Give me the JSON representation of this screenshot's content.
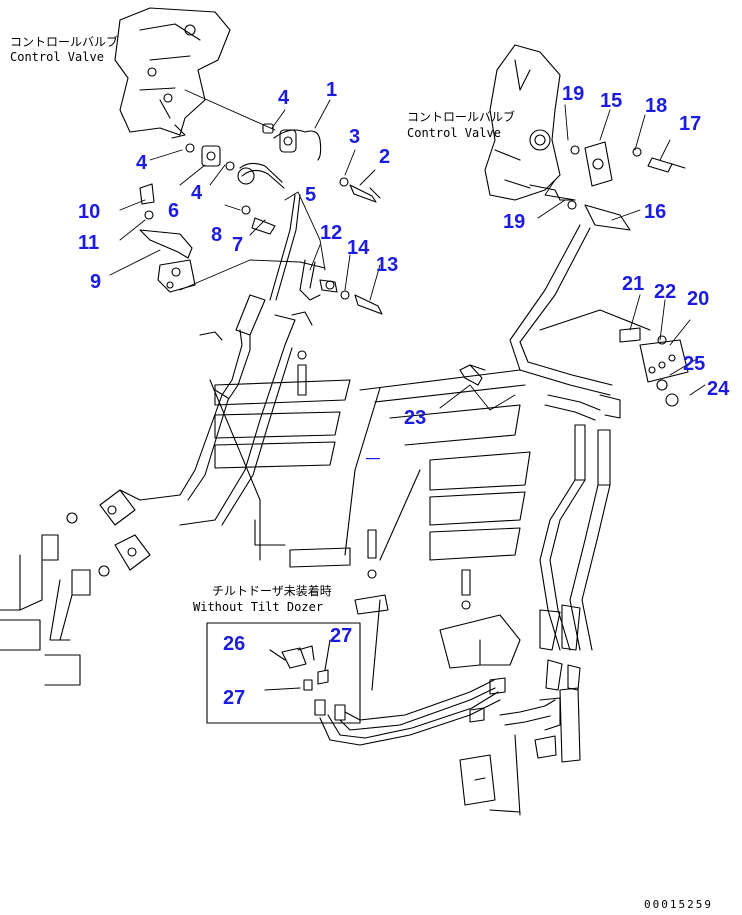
{
  "labels": {
    "cv_left_jp": "コントロールバルブ",
    "cv_left_en": "Control Valve",
    "cv_right_jp": "コントロールバルブ",
    "cv_right_en": "Control Valve",
    "tilt_jp": "チルトドーザ未装着時",
    "tilt_en": "Without Tilt Dozer"
  },
  "callouts": {
    "c1": "1",
    "c2": "2",
    "c3": "3",
    "c4a": "4",
    "c4b": "4",
    "c4c": "4",
    "c5": "5",
    "c6": "6",
    "c7": "7",
    "c8": "8",
    "c9": "9",
    "c10": "10",
    "c11": "11",
    "c12": "12",
    "c13": "13",
    "c14": "14",
    "c15": "15",
    "c16": "16",
    "c17": "17",
    "c18": "18",
    "c19a": "19",
    "c19b": "19",
    "c20": "20",
    "c21": "21",
    "c22": "22",
    "c23": "23",
    "c24": "24",
    "c25": "25",
    "c26": "26",
    "c27a": "27",
    "c27b": "27"
  },
  "document_number": "00015259"
}
